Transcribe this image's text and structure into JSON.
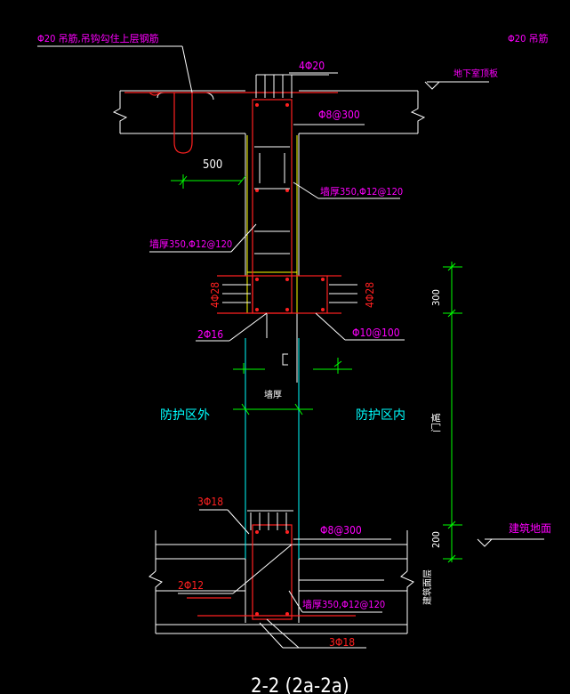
{
  "colors": {
    "background": "#000000",
    "magenta": "#ff00ff",
    "red": "#ff2020",
    "white": "#ffffff",
    "green": "#00ff00",
    "cyan": "#00ffff",
    "yellow": "#ffff00"
  },
  "labels": {
    "hanger_left": "Φ20 吊筋,吊钩勾住上层钢筋",
    "hanger_right": "Φ20 吊筋",
    "top_bars": "4Φ20",
    "roof_slab": "地下室顶板",
    "stirrup_top": "Φ8@300",
    "dim_500": "500",
    "wall_upper_right": "墙厚350,Φ12@120",
    "wall_upper_left": "墙厚350,Φ12@120",
    "beam_left": "4Φ28",
    "beam_right": "4Φ28",
    "dim_300": "300",
    "bars_2phi16": "2Φ16",
    "stirrup_beam": "Φ10@100",
    "c_mark": "C",
    "wall_thickness": "墙厚",
    "zone_outside": "防护区外",
    "zone_inside": "防护区内",
    "door_height": "门高",
    "bottom_bars": "3Φ18",
    "stirrup_bottom": "Φ8@300",
    "floor_level": "建筑地面",
    "dim_200": "200",
    "bars_2phi12": "2Φ12",
    "wall_lower": "墙厚350,Φ12@120",
    "slab_bottom": "建筑面层",
    "bottom_bars_2": "3Φ18",
    "section_title": "2-2 (2a-2a)"
  }
}
